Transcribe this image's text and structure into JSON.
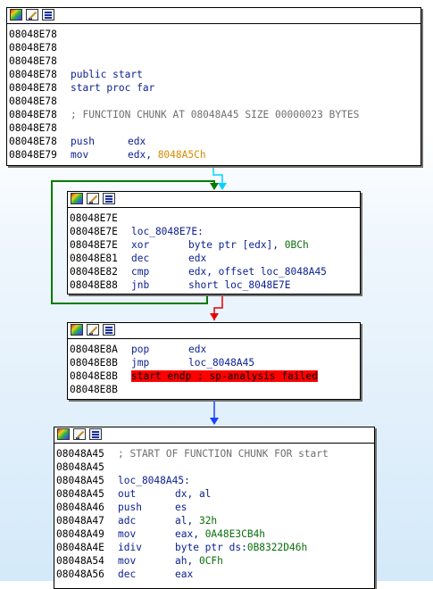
{
  "colors": {
    "normal_flow": "#1a3fff",
    "true_branch": "#007a00",
    "false_branch": "#e60000",
    "entry_flow": "#00d4ff",
    "error_highlight": "#ff0000"
  },
  "icons": [
    "graph-colors-icon",
    "edit-node-icon",
    "assembly-view-icon"
  ],
  "block1": {
    "lines": [
      {
        "addr": "08048E78",
        "text": ""
      },
      {
        "addr": "08048E78",
        "text": ""
      },
      {
        "addr": "08048E78",
        "text": ""
      },
      {
        "addr": "08048E78",
        "text": "public start"
      },
      {
        "addr": "08048E78",
        "text": "start proc far"
      },
      {
        "addr": "08048E78",
        "text": ""
      },
      {
        "addr": "08048E78",
        "text": "; FUNCTION CHUNK AT 08048A45 SIZE 00000023 BYTES"
      },
      {
        "addr": "08048E78",
        "text": ""
      },
      {
        "addr": "08048E78",
        "mnem": "push",
        "ops": "edx"
      },
      {
        "addr": "08048E79",
        "mnem": "mov",
        "ops": "edx, ",
        "ops2": "8048A5Ch"
      }
    ]
  },
  "block2": {
    "lines": [
      {
        "addr": "08048E7E",
        "text": ""
      },
      {
        "addr": "08048E7E",
        "text": "loc_8048E7E:"
      },
      {
        "addr": "08048E7E",
        "mnem": "xor",
        "ops": "byte ptr [edx], ",
        "ops2": "0BCh"
      },
      {
        "addr": "08048E81",
        "mnem": "dec",
        "ops": "edx"
      },
      {
        "addr": "08048E82",
        "mnem": "cmp",
        "ops": "edx, offset loc_8048A45"
      },
      {
        "addr": "08048E88",
        "mnem": "jnb",
        "ops": "short loc_8048E7E"
      }
    ]
  },
  "block3": {
    "lines": [
      {
        "addr": "08048E8A",
        "mnem": "pop",
        "ops": "edx"
      },
      {
        "addr": "08048E8B",
        "mnem": "jmp",
        "ops": "loc_8048A45"
      },
      {
        "addr": "08048E8B",
        "text": "start endp ; sp-analysis failed"
      },
      {
        "addr": "08048E8B",
        "text": ""
      }
    ]
  },
  "block4": {
    "lines": [
      {
        "addr": "08048A45",
        "text": "; START OF FUNCTION CHUNK FOR start"
      },
      {
        "addr": "08048A45",
        "text": ""
      },
      {
        "addr": "08048A45",
        "text": "loc_8048A45:"
      },
      {
        "addr": "08048A45",
        "mnem": "out",
        "ops": "dx, al"
      },
      {
        "addr": "08048A46",
        "mnem": "push",
        "ops": "es"
      },
      {
        "addr": "08048A47",
        "mnem": "adc",
        "ops": "al, ",
        "ops2": "32h"
      },
      {
        "addr": "08048A49",
        "mnem": "mov",
        "ops": "eax, ",
        "ops2": "0A48E3CB4h"
      },
      {
        "addr": "08048A4E",
        "mnem": "idiv",
        "ops": "byte ptr ds:",
        "ops2": "0B8322D46h"
      },
      {
        "addr": "08048A54",
        "mnem": "mov",
        "ops": "ah, ",
        "ops2": "0CFh"
      },
      {
        "addr": "08048A56",
        "mnem": "dec",
        "ops": "eax"
      }
    ]
  }
}
